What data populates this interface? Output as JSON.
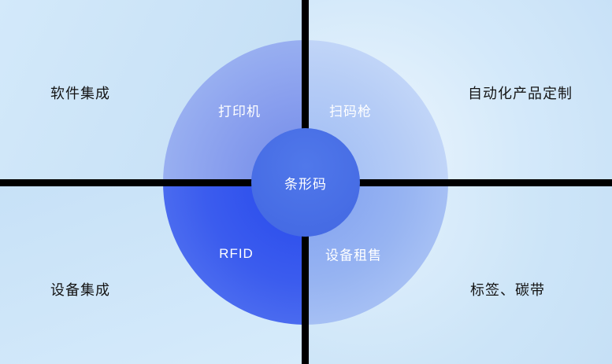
{
  "colors": {
    "divider": "#000000",
    "background_light_blue": "#cfe6f9",
    "center_circle_blue": "#4267e2",
    "rfid_quadrant_blue": "#2648ec",
    "printer_quadrant_blue": "#8aa0ee",
    "scanner_quadrant_blue": "#b5ccf6",
    "rental_quadrant_blue": "#97b4f2"
  },
  "circle": {
    "center_label": "条形码",
    "top_left_label": "打印机",
    "top_right_label": "扫码枪",
    "bottom_left_label": "RFID",
    "bottom_right_label": "设备租售"
  },
  "corners": {
    "top_left": "软件集成",
    "top_right": "自动化产品定制",
    "bottom_left": "设备集成",
    "bottom_right": "标签、碳带"
  }
}
